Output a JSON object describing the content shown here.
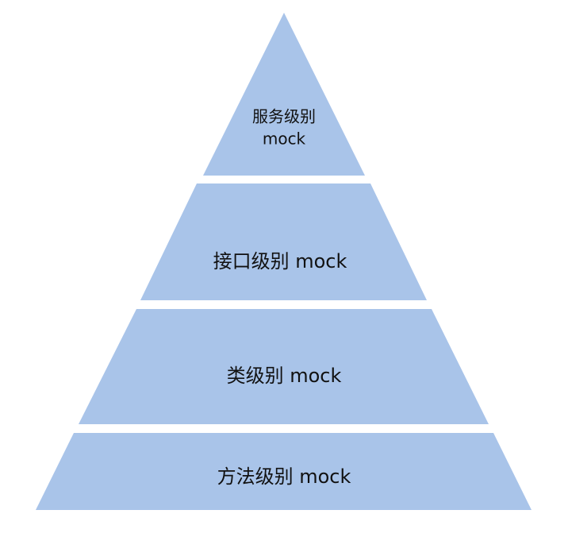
{
  "diagram": {
    "type": "pyramid",
    "fill_color": "#a9c4e9",
    "text_color": "#111111",
    "layers": [
      {
        "lines": [
          "服务级别",
          "mock"
        ]
      },
      {
        "lines": [
          "接口级别 mock"
        ]
      },
      {
        "lines": [
          "类级别 mock"
        ]
      },
      {
        "lines": [
          "方法级别 mock"
        ]
      }
    ]
  }
}
